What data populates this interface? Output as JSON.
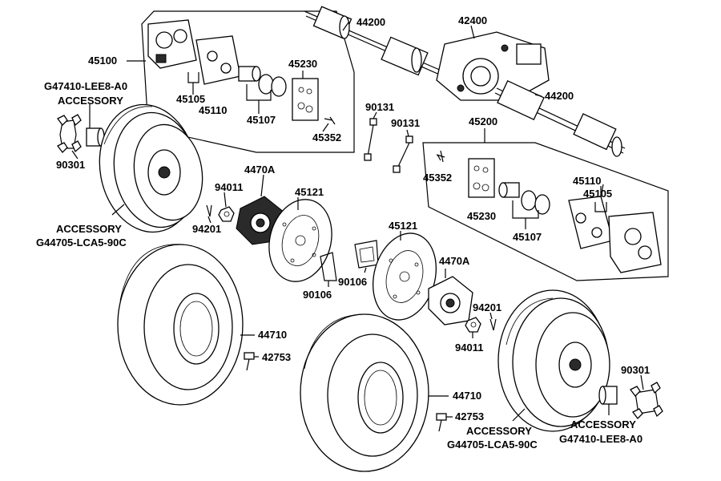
{
  "labels": {
    "axle_rear_top": "44200",
    "differential": "42400",
    "caliper_kit_left": "45100",
    "kit_45230_left": "45230",
    "accessory_code_left": "G47410-LEE8-A0",
    "accessory_word_left": "ACCESSORY",
    "pads_left": "45105",
    "bracket_left": "45110",
    "seals_left": "45107",
    "pin_left": "45352",
    "bolt_left_a": "90131",
    "bolt_left_b": "90131",
    "axle_rear_right": "44200",
    "caliper_kit_right": "45200",
    "nut_set_left": "90301",
    "hub_left": "4470A",
    "nut_94011_left": "94011",
    "disc_left": "45121",
    "pin_right_top": "45352",
    "bracket_right": "45110",
    "pads_right": "45105",
    "kit_45230_right": "45230",
    "seals_right": "45107",
    "cotter_left": "94201",
    "accessory_word_wheel_left": "ACCESSORY",
    "wheel_code_left": "G44705-LCA5-90C",
    "disc_right": "45121",
    "shim_90106_a": "90106",
    "shim_90106_b": "90106",
    "hub_right": "4470A",
    "cotter_right": "94201",
    "nut_94011_right": "94011",
    "tire_left": "44710",
    "valve_left": "42753",
    "tire_right": "44710",
    "valve_right": "42753",
    "nut_set_right": "90301",
    "accessory_word_wheel_right": "ACCESSORY",
    "wheel_code_right": "G44705-LCA5-90C",
    "accessory_word_right": "ACCESSORY",
    "accessory_code_right": "G47410-LEE8-A0"
  }
}
